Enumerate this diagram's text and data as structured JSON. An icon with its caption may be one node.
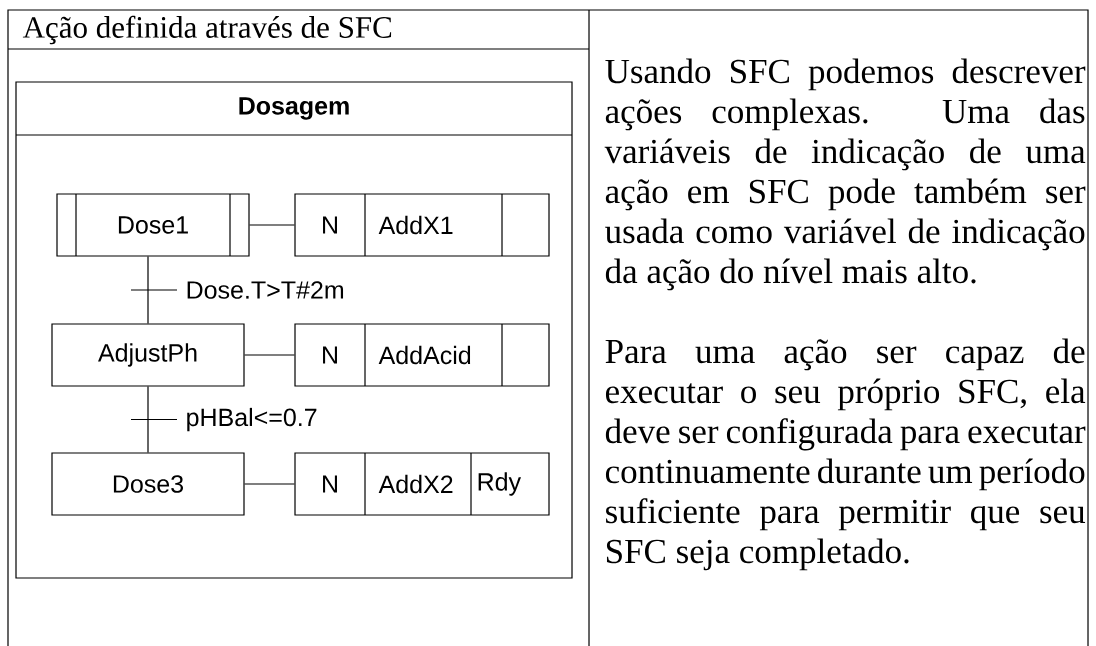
{
  "diagram": {
    "title": "Ação definida através de SFC",
    "nodes": [
      {
        "text": [
          "Dosagem"
        ]
      },
      {
        "text": [
          "Dose1"
        ],
        "in": 0
      },
      {
        "text": [
          "N",
          "AddX1"
        ],
        "in": 0
      },
      {
        "text": [
          "AdjustPh"
        ],
        "in": 0
      },
      {
        "text": [
          "N",
          "AddAcid"
        ],
        "in": 0
      },
      {
        "text": [
          "Dose3"
        ],
        "in": 0
      },
      {
        "text": [
          "N",
          "AddX2",
          "Rdy"
        ],
        "in": 0
      }
    ],
    "edges": [
      {
        "from": 1,
        "to": 2,
        "arrow": "none"
      },
      {
        "from": 1,
        "to": 3,
        "arrow": "none",
        "label": "Dose.T>T#2m"
      },
      {
        "from": 3,
        "to": 4,
        "arrow": "none"
      },
      {
        "from": 3,
        "to": 5,
        "arrow": "none",
        "label": "pHBal<=0.7"
      },
      {
        "from": 5,
        "to": 6,
        "arrow": "none"
      }
    ],
    "labels": [
      "Usando SFC podemos descrever ações complexas. Uma das variáveis de indicação de uma ação em SFC pode também ser usada como variável de indicação da ação do nível mais alto.",
      "Para uma ação ser capaz de executar o seu próprio SFC, ela deve ser configurada para executar continuamente durante um período suficiente para permitir que seu SFC seja completado."
    ]
  }
}
